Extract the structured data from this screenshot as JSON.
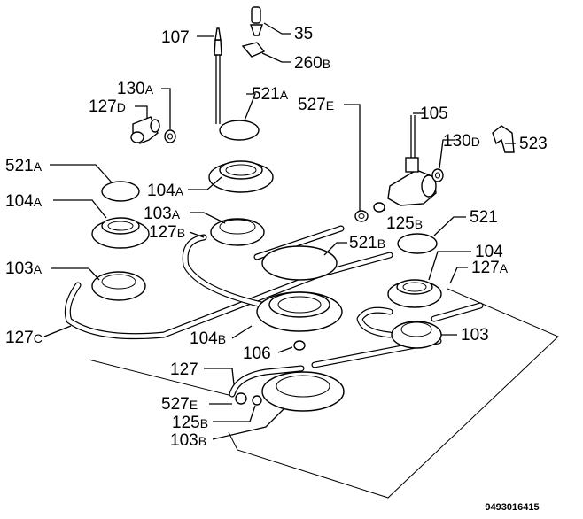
{
  "labels": {
    "l107": {
      "num": "107",
      "sub": ""
    },
    "l35": {
      "num": "35",
      "sub": ""
    },
    "l260b": {
      "num": "260",
      "sub": "B"
    },
    "l130a": {
      "num": "130",
      "sub": "A"
    },
    "l127d": {
      "num": "127",
      "sub": "D"
    },
    "l521a_top": {
      "num": "521",
      "sub": "A"
    },
    "l527e_top": {
      "num": "527",
      "sub": "E"
    },
    "l105": {
      "num": "105",
      "sub": ""
    },
    "l130d": {
      "num": "130",
      "sub": "D"
    },
    "l523": {
      "num": "523",
      "sub": ""
    },
    "l521a_left": {
      "num": "521",
      "sub": "A"
    },
    "l104a_mid": {
      "num": "104",
      "sub": "A"
    },
    "l104a_left": {
      "num": "104",
      "sub": "A"
    },
    "l103a_mid": {
      "num": "103",
      "sub": "A"
    },
    "l127b": {
      "num": "127",
      "sub": "B"
    },
    "l125b_top": {
      "num": "125",
      "sub": "B"
    },
    "l521": {
      "num": "521",
      "sub": ""
    },
    "l521b": {
      "num": "521",
      "sub": "B"
    },
    "l104": {
      "num": "104",
      "sub": ""
    },
    "l127a": {
      "num": "127",
      "sub": "A"
    },
    "l103a_left": {
      "num": "103",
      "sub": "A"
    },
    "l103": {
      "num": "103",
      "sub": ""
    },
    "l127c": {
      "num": "127",
      "sub": "C"
    },
    "l104b": {
      "num": "104",
      "sub": "B"
    },
    "l106": {
      "num": "106",
      "sub": ""
    },
    "l127": {
      "num": "127",
      "sub": ""
    },
    "l527e_bot": {
      "num": "527",
      "sub": "E"
    },
    "l125b_bot": {
      "num": "125",
      "sub": "B"
    },
    "l103b": {
      "num": "103",
      "sub": "B"
    }
  },
  "footer_code": "9493016415"
}
